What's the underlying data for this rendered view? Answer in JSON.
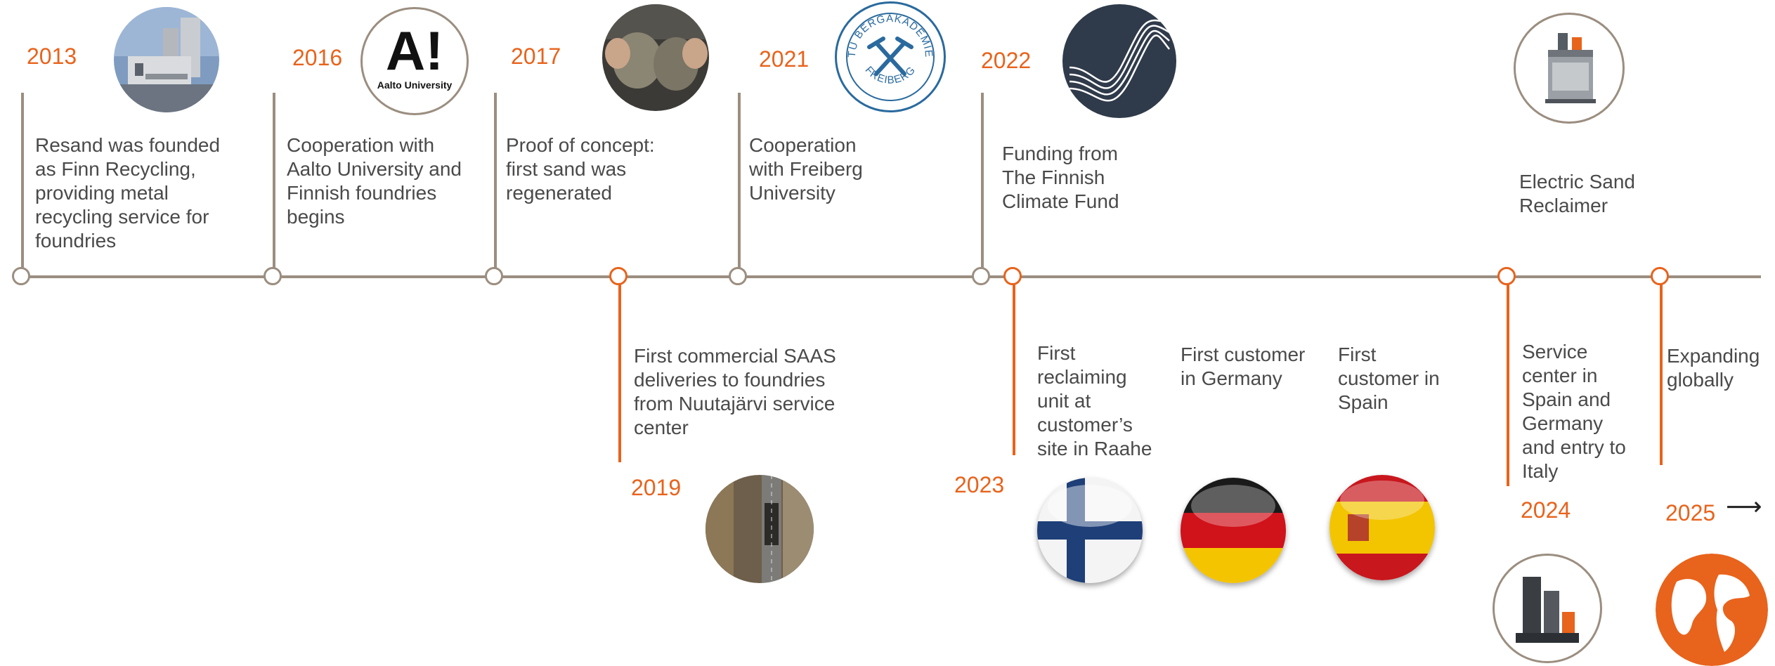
{
  "milestones_top": [
    {
      "year": "2013",
      "text": "Resand was founded as Finn Recycling, providing metal recycling service for foundries"
    },
    {
      "year": "2016",
      "text": "Cooperation with Aalto University and Finnish foundries begins"
    },
    {
      "year": "2017",
      "text": "Proof of concept: first sand was regenerated"
    },
    {
      "year": "2021",
      "text": "Cooperation with Freiberg University"
    },
    {
      "year": "2022",
      "text": "Funding from The Finnish Climate Fund"
    },
    {
      "year": "",
      "text": "Electric Sand Reclaimer"
    }
  ],
  "milestones_bottom": [
    {
      "year": "2019",
      "text": "First commercial SAAS deliveries to foundries from Nuutajärvi service center"
    },
    {
      "year": "2023",
      "text": "First reclaiming unit at customer’s site in Raahe"
    },
    {
      "year": "",
      "text": "First customer in Germany"
    },
    {
      "year": "",
      "text": "First customer in Spain"
    },
    {
      "year": "2024",
      "text": "Service center in Spain and Germany and entry to Italy"
    },
    {
      "year": "2025",
      "text": "Expanding globally"
    }
  ],
  "logos": {
    "aalto_mark": "A!",
    "aalto_name": "Aalto University",
    "freiberg_top": "TU BERGAKADEMIE",
    "freiberg_bottom": "FREIBERG"
  },
  "arrow": "⟶",
  "colors": {
    "accent": "#e8631c",
    "line": "#9b8e80",
    "text": "#4a4a4a"
  }
}
